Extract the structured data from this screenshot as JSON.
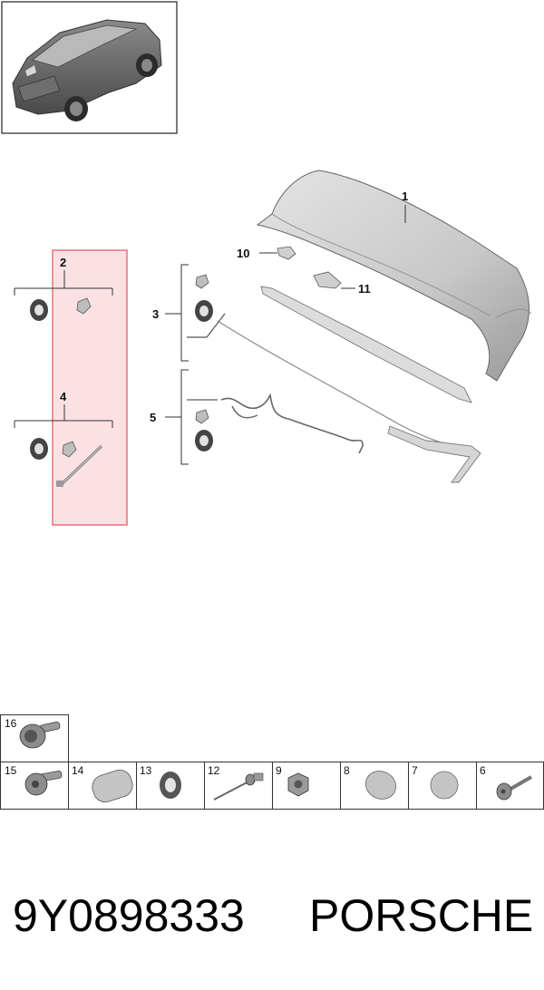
{
  "callouts": {
    "c1": "1",
    "c2": "2",
    "c3": "3",
    "c4": "4",
    "c5": "5",
    "c10": "10",
    "c11": "11"
  },
  "parts_grid": {
    "top_row": [
      {
        "num": "16",
        "icon": "flange-bolt-icon"
      }
    ],
    "bottom_row": [
      {
        "num": "15",
        "icon": "torx-bolt-icon"
      },
      {
        "num": "14",
        "icon": "oval-cap-icon"
      },
      {
        "num": "13",
        "icon": "grommet-icon"
      },
      {
        "num": "12",
        "icon": "rivet-icon"
      },
      {
        "num": "9",
        "icon": "hex-nut-icon"
      },
      {
        "num": "8",
        "icon": "oval-plug-icon"
      },
      {
        "num": "7",
        "icon": "round-plug-icon"
      },
      {
        "num": "6",
        "icon": "screw-icon"
      }
    ]
  },
  "footer": {
    "part_number": "9Y0898333",
    "brand": "PORSCHE"
  },
  "colors": {
    "highlight_fill": "#fbe1e4",
    "highlight_stroke": "#e8707d",
    "part_gray": "#c9c9c9",
    "line": "#333333"
  }
}
